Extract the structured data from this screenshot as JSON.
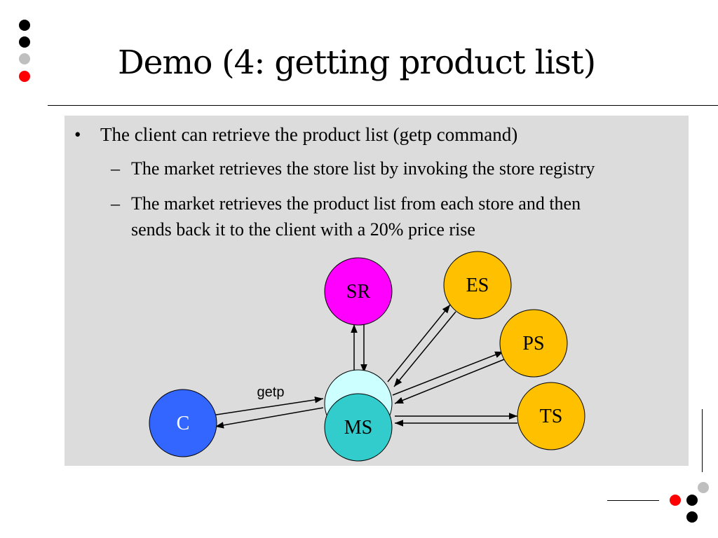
{
  "slide": {
    "title": "Demo (4: getting product list)",
    "bullets": [
      {
        "marker": "•",
        "text": "The client can retrieve the product list  (getp command)"
      },
      {
        "marker": "–",
        "text": "The market retrieves the store list by invoking the store registry"
      },
      {
        "marker": "–",
        "text": "The market retrieves the product list from each store and then"
      },
      {
        "marker": "",
        "text": "sends back it to the client with a 20% price rise"
      }
    ]
  },
  "decor": {
    "colors": {
      "black": "#000000",
      "gray": "#bfbfbf",
      "red": "#ff0000"
    }
  },
  "diagram": {
    "nodes": {
      "sr": {
        "label": "SR",
        "color": "#ff00ff"
      },
      "es": {
        "label": "ES",
        "color": "#ffc000"
      },
      "ps": {
        "label": "PS",
        "color": "#ffc000"
      },
      "ts": {
        "label": "TS",
        "color": "#ffc000"
      },
      "c": {
        "label": "C",
        "color": "#3366ff"
      },
      "ms_back": {
        "label": "",
        "color": "#ccffff"
      },
      "ms": {
        "label": "MS",
        "color": "#33cccc"
      }
    },
    "edge_label": "getp"
  }
}
